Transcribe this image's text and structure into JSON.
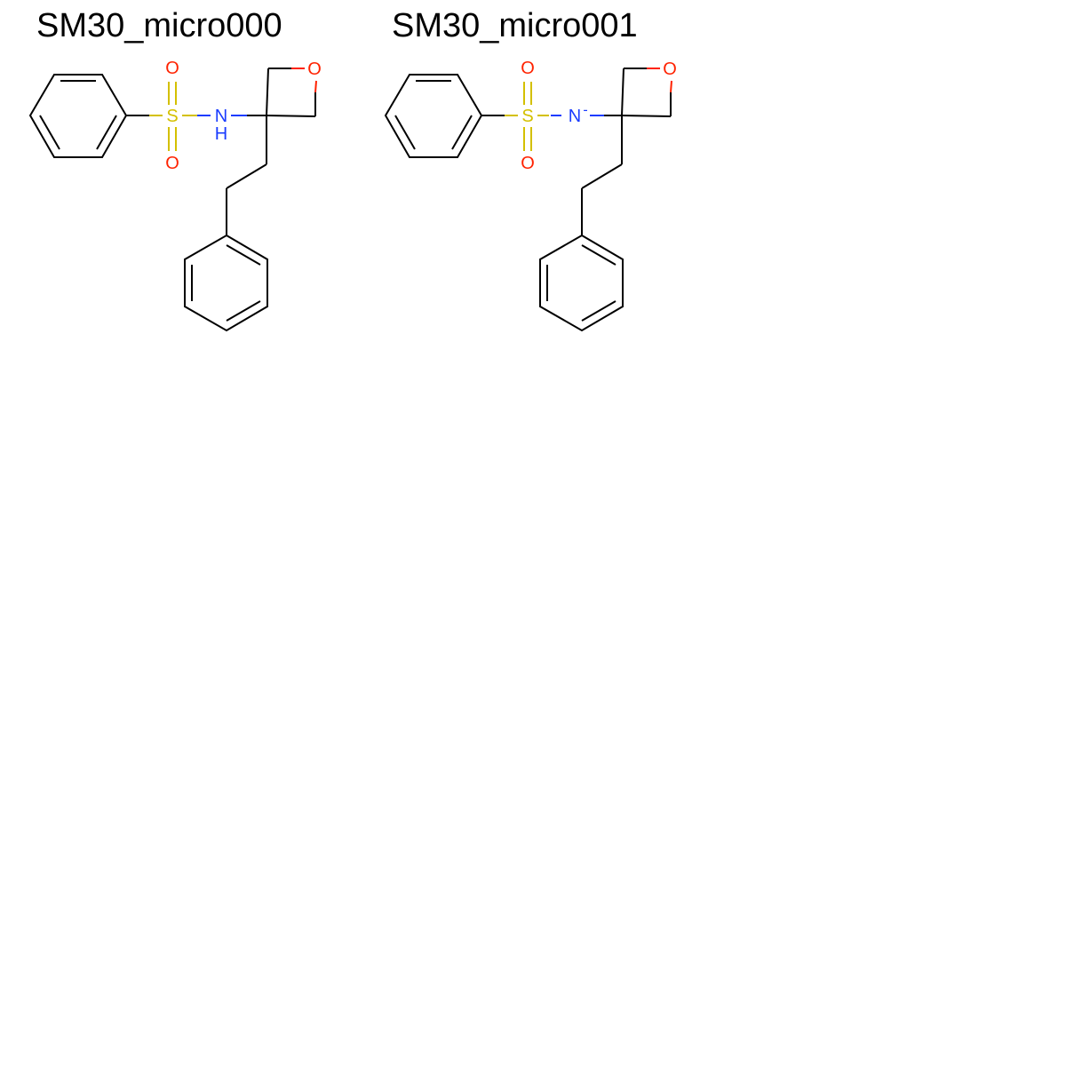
{
  "molecules": [
    {
      "title": "SM30_micro000",
      "atoms": {
        "S": "S",
        "O_top": "O",
        "O_bottom": "O",
        "N": "N",
        "H": "H",
        "O_ring": "O"
      }
    },
    {
      "title": "SM30_micro001",
      "atoms": {
        "S": "S",
        "O_top": "O",
        "O_bottom": "O",
        "N": "N",
        "charge": "-",
        "O_ring": "O"
      }
    }
  ],
  "colors": {
    "bond": "#000000",
    "oxygen": "#ff2200",
    "sulfur": "#d4c000",
    "nitrogen": "#1a3cff"
  }
}
